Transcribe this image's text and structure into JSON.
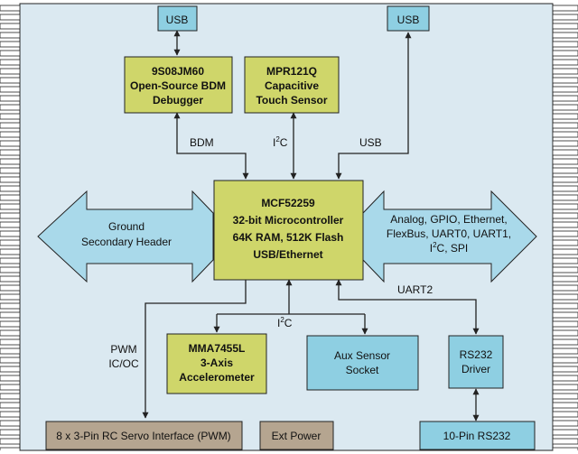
{
  "colors": {
    "board_bg": "#dbe9f1",
    "green_block": "#cfd66a",
    "blue_block": "#8ecfe2",
    "tan_block": "#b5a590",
    "arrow_fill": "#a9d9ea",
    "line": "#222222"
  },
  "usb_left": "USB",
  "usb_right": "USB",
  "bdm_debugger": [
    "9S08JM60",
    "Open-Source BDM",
    "Debugger"
  ],
  "touch_sensor": [
    "MPR121Q",
    "Capacitive",
    "Touch Sensor"
  ],
  "link_labels": {
    "bdm": "BDM",
    "i2c_top_main": "I",
    "i2c_top_sub": "2",
    "i2c_top_tail": "C",
    "usb": "USB",
    "uart2": "UART2",
    "i2c_low_main": "I",
    "i2c_low_sub": "2",
    "i2c_low_tail": "C",
    "pwm": "PWM",
    "ic_oc": "IC/OC"
  },
  "mcu": [
    "MCF52259",
    "32-bit Microcontroller",
    "64K RAM, 512K Flash",
    "USB/Ethernet"
  ],
  "left_arrow": [
    "Ground",
    "Secondary Header"
  ],
  "right_arrow": {
    "line1": "Analog, GPIO, Ethernet,",
    "line2": "FlexBus, UART0, UART1,",
    "line3_main": "I",
    "line3_sub": "2",
    "line3_tail": "C, SPI"
  },
  "accelerometer": [
    "MMA7455L",
    "3-Axis",
    "Accelerometer"
  ],
  "aux_sensor": [
    "Aux Sensor",
    "Socket"
  ],
  "rs232_driver": [
    "RS232",
    "Driver"
  ],
  "servo": "8 x 3-Pin RC Servo Interface (PWM)",
  "ext_power": "Ext Power",
  "rs232_port": "10-Pin RS232"
}
